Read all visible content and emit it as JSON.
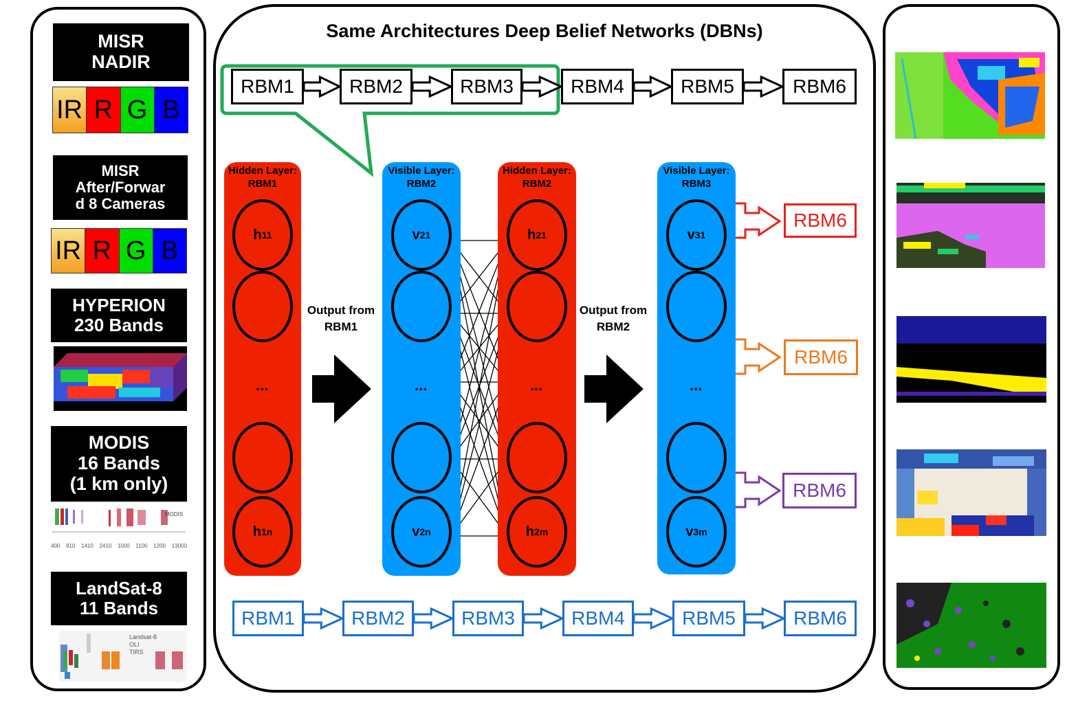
{
  "title": "Same Architectures Deep Belief Networks (DBNs)",
  "sources": [
    {
      "name": "MISR NADIR",
      "lines": [
        "MISR",
        "NADIR"
      ]
    },
    {
      "name": "MISR After/Forward 8 Cameras",
      "lines": [
        "MISR",
        "After/Forwar",
        "d 8 Cameras"
      ]
    },
    {
      "name": "HYPERION",
      "lines": [
        "HYPERION",
        "230 Bands"
      ]
    },
    {
      "name": "MODIS",
      "lines": [
        "MODIS",
        "16 Bands",
        "(1 km only)"
      ]
    },
    {
      "name": "LandSat-8",
      "lines": [
        "LandSat-8",
        "11 Bands"
      ]
    }
  ],
  "bands": [
    "IR",
    "R",
    "G",
    "B"
  ],
  "band_colors": [
    "#f4c842",
    "#ff0000",
    "#00cc00",
    "#0000ff"
  ],
  "rbm_chain": [
    "RBM1",
    "RBM2",
    "RBM3",
    "RBM4",
    "RBM5",
    "RBM6"
  ],
  "rbm6_label": "RBM6",
  "layers": [
    {
      "title1": "Hidden Layer:",
      "title2": "RBM1",
      "color": "#ee2200",
      "first": "h11",
      "last": "h1n"
    },
    {
      "title1": "Visible Layer:",
      "title2": "RBM2",
      "color": "#0099ff",
      "first": "v21",
      "last": "v2n"
    },
    {
      "title1": "Hidden Layer:",
      "title2": "RBM2",
      "color": "#ee2200",
      "first": "h21",
      "last": "h2m"
    },
    {
      "title1": "Visible Layer:",
      "title2": "RBM3",
      "color": "#0099ff",
      "first": "v31",
      "last": "v3m"
    }
  ],
  "ellipsis": "...",
  "output1": [
    "Output from",
    "RBM1"
  ],
  "output2": [
    "Output from",
    "RBM2"
  ],
  "modis_axis_ticks": [
    "400",
    "910",
    "1410",
    "2410",
    "1000",
    "1100",
    "1200",
    "13000"
  ],
  "landsat_caption": [
    "Landsat-8",
    "OLI",
    "TIRS"
  ],
  "modis_logo": "MODIS",
  "colors": {
    "green_bracket": "#22aa55",
    "red_chain": "#e8201a",
    "orange_chain": "#e87a20",
    "purple_chain": "#7a3aaa",
    "blue_chain": "#1a6fcc"
  }
}
